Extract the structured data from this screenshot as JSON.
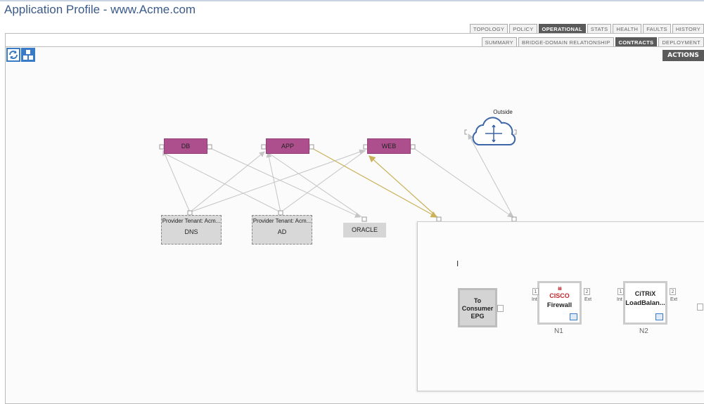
{
  "title": "Application Profile - www.Acme.com",
  "tabs_main": [
    {
      "label": "TOPOLOGY"
    },
    {
      "label": "POLICY"
    },
    {
      "label": "OPERATIONAL",
      "active": true
    },
    {
      "label": "STATS"
    },
    {
      "label": "HEALTH"
    },
    {
      "label": "FAULTS"
    },
    {
      "label": "HISTORY"
    }
  ],
  "tabs_sub": [
    {
      "label": "SUMMARY"
    },
    {
      "label": "BRIDGE-DOMAIN RELATIONSHIP"
    },
    {
      "label": "CONTRACTS",
      "active": true
    },
    {
      "label": "DEPLOYMENT"
    }
  ],
  "actions_label": "ACTIONS",
  "toolbar": {
    "refresh_icon": "refresh-icon",
    "layout_icon": "layout-icon"
  },
  "nodes": {
    "db": "DB",
    "app": "APP",
    "web": "WEB",
    "dns_tenant": "Provider Tenant: Acm...",
    "dns": "DNS",
    "ad_tenant": "Provider Tenant: Acm...",
    "ad": "AD",
    "oracle": "ORACLE",
    "outside": "Outside"
  },
  "colors": {
    "epg": "#ad4f8d",
    "active_edge": "#c9b25a",
    "edge": "#c4c4c4",
    "cloud": "#3c64a8"
  },
  "graph": {
    "consumer": "To Consumer EPG",
    "n1": {
      "logo": "CISCO",
      "name": "Firewall",
      "label": "N1",
      "port1": "1",
      "port2": "2",
      "int": "Int",
      "ext": "Ext"
    },
    "n2": {
      "logo": "CiTRiX",
      "name": "LoadBalan...",
      "label": "N2",
      "port1": "1",
      "port2": "2",
      "int": "Int",
      "ext": "Ext"
    }
  }
}
